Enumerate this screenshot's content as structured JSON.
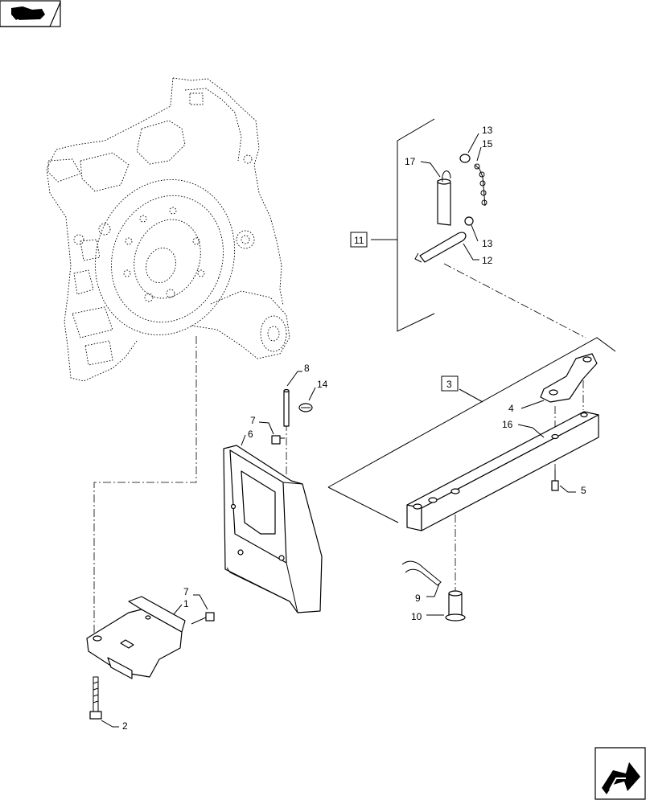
{
  "icons": {
    "top_left": "tractor-silhouette-icon",
    "bottom_right": "next-page-arrow-icon"
  },
  "callouts": {
    "c13a": "13",
    "c15": "15",
    "c17": "17",
    "c11": "11",
    "c13b": "13",
    "c12": "12",
    "c8": "8",
    "c14": "14",
    "c7a": "7",
    "c6": "6",
    "c3": "3",
    "c4": "4",
    "c16": "16",
    "c5": "5",
    "c7b": "7",
    "c1": "1",
    "c9": "9",
    "c10": "10",
    "c2": "2"
  }
}
